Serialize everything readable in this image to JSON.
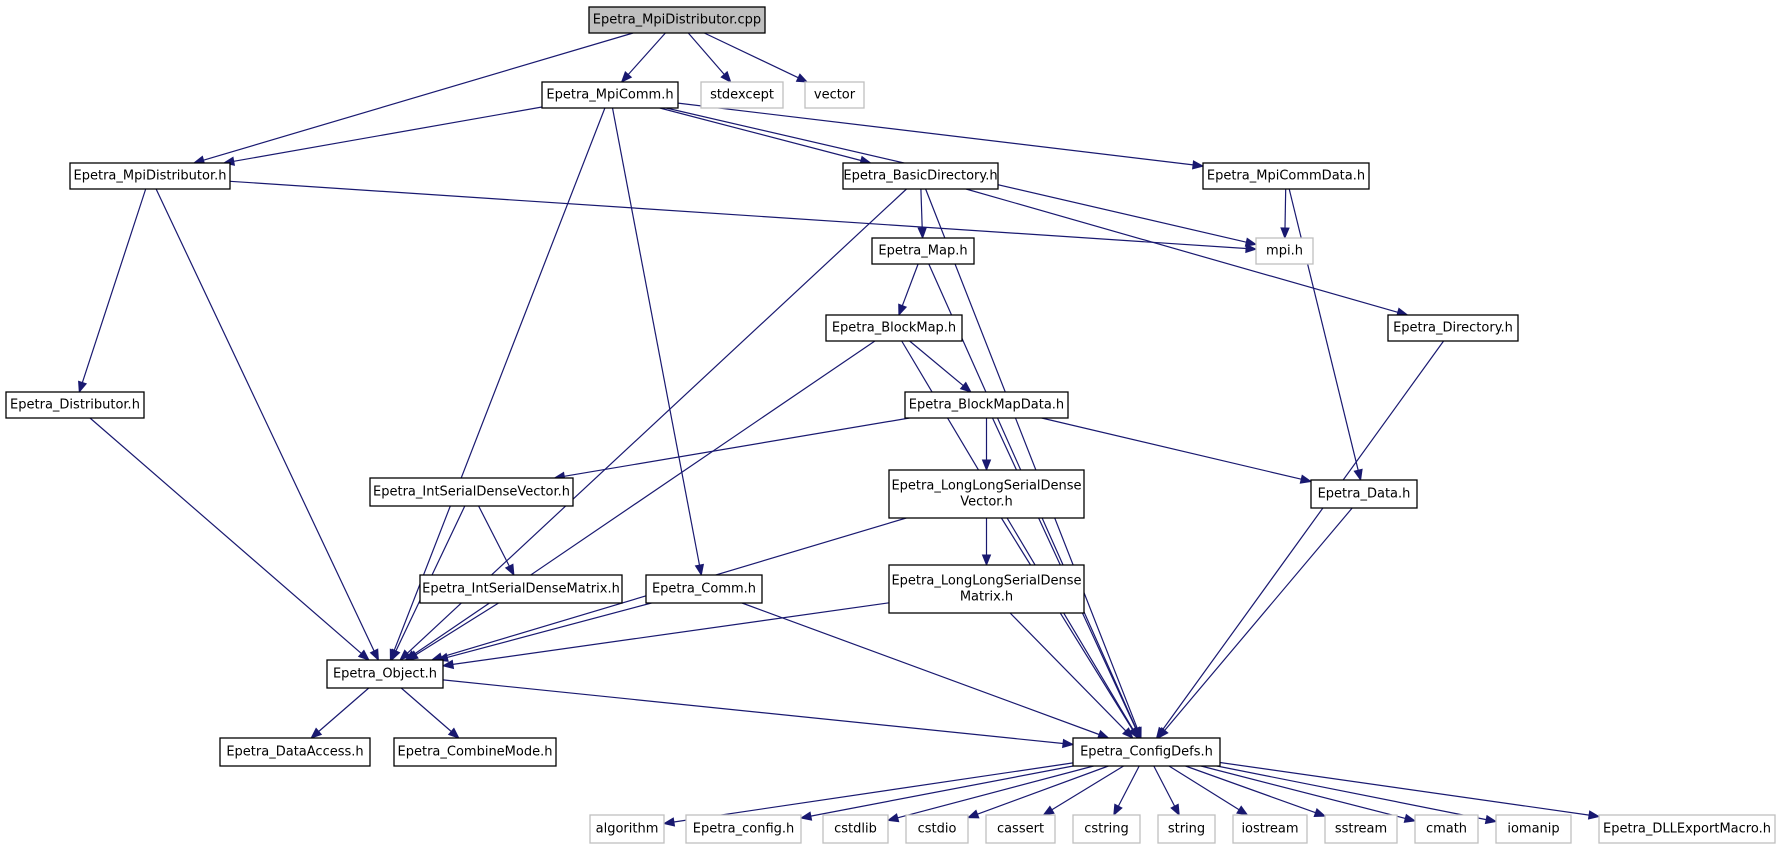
{
  "colors": {
    "edge": "#191970",
    "box_border": "#000000",
    "external_border": "#bfbfbf",
    "root_fill": "#bfbfbf",
    "box_fill": "#ffffff"
  },
  "nodes": [
    {
      "id": "mpidistributor_cpp",
      "lines": [
        "Epetra_MpiDistributor.cpp"
      ],
      "kind": "root"
    },
    {
      "id": "mpicomm_h",
      "lines": [
        "Epetra_MpiComm.h"
      ],
      "kind": "local"
    },
    {
      "id": "stdexcept",
      "lines": [
        "stdexcept"
      ],
      "kind": "external"
    },
    {
      "id": "vector",
      "lines": [
        "vector"
      ],
      "kind": "external"
    },
    {
      "id": "mpidistributor_h",
      "lines": [
        "Epetra_MpiDistributor.h"
      ],
      "kind": "local"
    },
    {
      "id": "basicdirectory_h",
      "lines": [
        "Epetra_BasicDirectory.h"
      ],
      "kind": "local"
    },
    {
      "id": "mpicommdata_h",
      "lines": [
        "Epetra_MpiCommData.h"
      ],
      "kind": "local"
    },
    {
      "id": "map_h",
      "lines": [
        "Epetra_Map.h"
      ],
      "kind": "local"
    },
    {
      "id": "mpi_h",
      "lines": [
        "mpi.h"
      ],
      "kind": "external"
    },
    {
      "id": "blockmap_h",
      "lines": [
        "Epetra_BlockMap.h"
      ],
      "kind": "local"
    },
    {
      "id": "directory_h",
      "lines": [
        "Epetra_Directory.h"
      ],
      "kind": "local"
    },
    {
      "id": "distributor_h",
      "lines": [
        "Epetra_Distributor.h"
      ],
      "kind": "local"
    },
    {
      "id": "blockmapdata_h",
      "lines": [
        "Epetra_BlockMapData.h"
      ],
      "kind": "local"
    },
    {
      "id": "intserialdensevector_h",
      "lines": [
        "Epetra_IntSerialDenseVector.h"
      ],
      "kind": "local"
    },
    {
      "id": "longlongserialdensevector_h",
      "lines": [
        "Epetra_LongLongSerialDense",
        "Vector.h"
      ],
      "kind": "local"
    },
    {
      "id": "data_h",
      "lines": [
        "Epetra_Data.h"
      ],
      "kind": "local"
    },
    {
      "id": "intserialdensematrix_h",
      "lines": [
        "Epetra_IntSerialDenseMatrix.h"
      ],
      "kind": "local"
    },
    {
      "id": "comm_h",
      "lines": [
        "Epetra_Comm.h"
      ],
      "kind": "local"
    },
    {
      "id": "longlongserialdensematrix_h",
      "lines": [
        "Epetra_LongLongSerialDense",
        "Matrix.h"
      ],
      "kind": "local"
    },
    {
      "id": "object_h",
      "lines": [
        "Epetra_Object.h"
      ],
      "kind": "local"
    },
    {
      "id": "dataaccess_h",
      "lines": [
        "Epetra_DataAccess.h"
      ],
      "kind": "local"
    },
    {
      "id": "combinemode_h",
      "lines": [
        "Epetra_CombineMode.h"
      ],
      "kind": "local"
    },
    {
      "id": "configdefs_h",
      "lines": [
        "Epetra_ConfigDefs.h"
      ],
      "kind": "local"
    },
    {
      "id": "algorithm",
      "lines": [
        "algorithm"
      ],
      "kind": "external"
    },
    {
      "id": "epetra_config_h",
      "lines": [
        "Epetra_config.h"
      ],
      "kind": "external"
    },
    {
      "id": "cstdlib",
      "lines": [
        "cstdlib"
      ],
      "kind": "external"
    },
    {
      "id": "cstdio",
      "lines": [
        "cstdio"
      ],
      "kind": "external"
    },
    {
      "id": "cassert",
      "lines": [
        "cassert"
      ],
      "kind": "external"
    },
    {
      "id": "cstring",
      "lines": [
        "cstring"
      ],
      "kind": "external"
    },
    {
      "id": "string",
      "lines": [
        "string"
      ],
      "kind": "external"
    },
    {
      "id": "iostream",
      "lines": [
        "iostream"
      ],
      "kind": "external"
    },
    {
      "id": "sstream",
      "lines": [
        "sstream"
      ],
      "kind": "external"
    },
    {
      "id": "cmath",
      "lines": [
        "cmath"
      ],
      "kind": "external"
    },
    {
      "id": "iomanip",
      "lines": [
        "iomanip"
      ],
      "kind": "external"
    },
    {
      "id": "dllexportmacro_h",
      "lines": [
        "Epetra_DLLExportMacro.h"
      ],
      "kind": "external"
    }
  ],
  "edges": [
    [
      "mpidistributor_cpp",
      "mpicomm_h"
    ],
    [
      "mpidistributor_cpp",
      "stdexcept"
    ],
    [
      "mpidistributor_cpp",
      "vector"
    ],
    [
      "mpidistributor_cpp",
      "mpidistributor_h"
    ],
    [
      "mpicomm_h",
      "mpidistributor_h"
    ],
    [
      "mpicomm_h",
      "basicdirectory_h"
    ],
    [
      "mpicomm_h",
      "mpicommdata_h"
    ],
    [
      "mpicomm_h",
      "mpi_h"
    ],
    [
      "mpicomm_h",
      "object_h"
    ],
    [
      "mpicomm_h",
      "comm_h"
    ],
    [
      "mpidistributor_h",
      "distributor_h"
    ],
    [
      "mpidistributor_h",
      "object_h"
    ],
    [
      "mpidistributor_h",
      "mpi_h"
    ],
    [
      "basicdirectory_h",
      "map_h"
    ],
    [
      "basicdirectory_h",
      "object_h"
    ],
    [
      "basicdirectory_h",
      "directory_h"
    ],
    [
      "basicdirectory_h",
      "configdefs_h"
    ],
    [
      "mpicommdata_h",
      "mpi_h"
    ],
    [
      "mpicommdata_h",
      "data_h"
    ],
    [
      "map_h",
      "blockmap_h"
    ],
    [
      "map_h",
      "configdefs_h"
    ],
    [
      "blockmap_h",
      "blockmapdata_h"
    ],
    [
      "blockmap_h",
      "object_h"
    ],
    [
      "blockmap_h",
      "configdefs_h"
    ],
    [
      "directory_h",
      "configdefs_h"
    ],
    [
      "distributor_h",
      "object_h"
    ],
    [
      "blockmapdata_h",
      "intserialdensevector_h"
    ],
    [
      "blockmapdata_h",
      "longlongserialdensevector_h"
    ],
    [
      "blockmapdata_h",
      "data_h"
    ],
    [
      "blockmapdata_h",
      "configdefs_h"
    ],
    [
      "intserialdensevector_h",
      "intserialdensematrix_h"
    ],
    [
      "intserialdensevector_h",
      "object_h"
    ],
    [
      "longlongserialdensevector_h",
      "longlongserialdensematrix_h"
    ],
    [
      "longlongserialdensevector_h",
      "object_h"
    ],
    [
      "longlongserialdensevector_h",
      "configdefs_h"
    ],
    [
      "data_h",
      "configdefs_h"
    ],
    [
      "intserialdensematrix_h",
      "object_h"
    ],
    [
      "comm_h",
      "object_h"
    ],
    [
      "comm_h",
      "configdefs_h"
    ],
    [
      "longlongserialdensematrix_h",
      "object_h"
    ],
    [
      "longlongserialdensematrix_h",
      "configdefs_h"
    ],
    [
      "object_h",
      "dataaccess_h"
    ],
    [
      "object_h",
      "combinemode_h"
    ],
    [
      "object_h",
      "configdefs_h"
    ],
    [
      "configdefs_h",
      "algorithm"
    ],
    [
      "configdefs_h",
      "epetra_config_h"
    ],
    [
      "configdefs_h",
      "cstdlib"
    ],
    [
      "configdefs_h",
      "cstdio"
    ],
    [
      "configdefs_h",
      "cassert"
    ],
    [
      "configdefs_h",
      "cstring"
    ],
    [
      "configdefs_h",
      "string"
    ],
    [
      "configdefs_h",
      "iostream"
    ],
    [
      "configdefs_h",
      "sstream"
    ],
    [
      "configdefs_h",
      "cmath"
    ],
    [
      "configdefs_h",
      "iomanip"
    ],
    [
      "configdefs_h",
      "dllexportmacro_h"
    ]
  ]
}
